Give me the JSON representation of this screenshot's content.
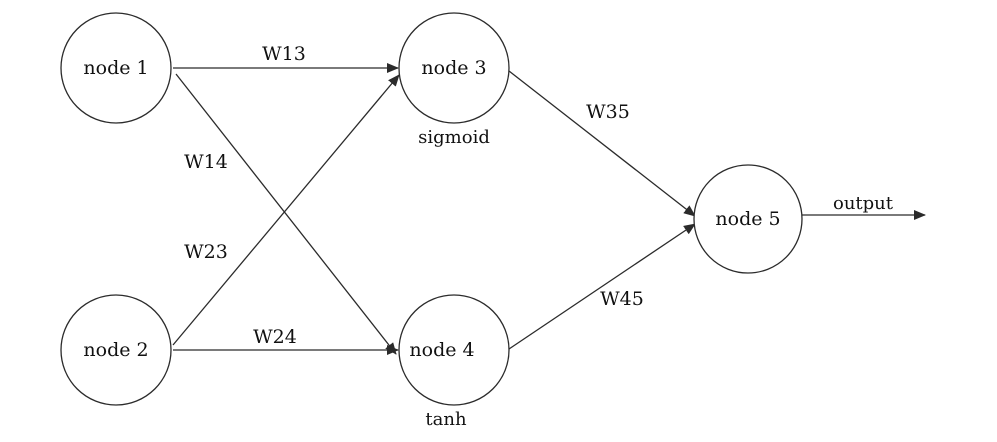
{
  "nodes": {
    "node1": {
      "label": "node 1"
    },
    "node2": {
      "label": "node 2"
    },
    "node3": {
      "label": "node 3",
      "activation": "sigmoid"
    },
    "node4": {
      "label": "node 4",
      "activation": "tanh"
    },
    "node5": {
      "label": "node 5"
    }
  },
  "weights": {
    "w13": "W13",
    "w14": "W14",
    "w23": "W23",
    "w24": "W24",
    "w35": "W35",
    "w45": "W45"
  },
  "output_label": "output",
  "colors": {
    "stroke": "#2b2b2b",
    "text": "#111111",
    "background": "#ffffff"
  }
}
